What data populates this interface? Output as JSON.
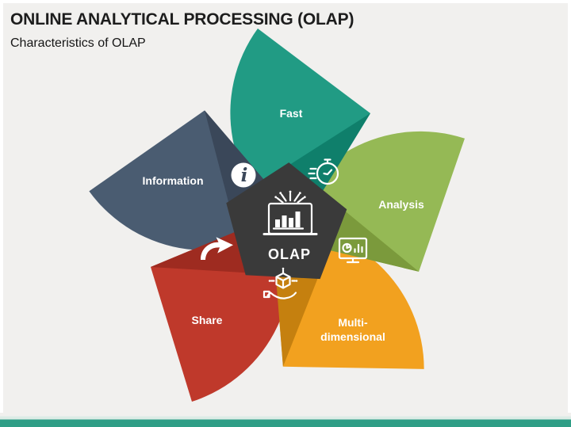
{
  "slide": {
    "title": "ONLINE ANALYTICAL PROCESSING (OLAP)",
    "subtitle": "Characteristics of OLAP",
    "background_color": "#f1f0ee",
    "frame_color": "#ffffff",
    "accent_bar_color": "#2f9e86",
    "accent_bar_light_color": "#dcebe5"
  },
  "diagram": {
    "type": "five-petal-pinwheel",
    "label_color": "#ffffff",
    "center": {
      "label": "OLAP",
      "icon": "olap-laptop-chart-icon",
      "color": "#3a3a3a",
      "label_color": "#ffffff"
    },
    "petals": [
      {
        "label": "Fast",
        "icon": "stopwatch-icon",
        "color": "#219b84",
        "shade_color": "#0f7f6b"
      },
      {
        "label": "Analysis",
        "icon": "monitor-analytics-icon",
        "color": "#95b955",
        "shade_color": "#7b9a3c"
      },
      {
        "label": "Multi-dimensional",
        "label_lines": [
          "Multi-",
          "dimensional"
        ],
        "icon": "hand-box-icon",
        "color": "#f2a11f",
        "shade_color": "#c5800f"
      },
      {
        "label": "Share",
        "icon": "share-arrow-icon",
        "color": "#bf392b",
        "shade_color": "#9e2b20"
      },
      {
        "label": "Information",
        "icon": "info-icon",
        "icon_glyph": "i",
        "color": "#4a5c71",
        "shade_color": "#3a4759"
      }
    ]
  }
}
